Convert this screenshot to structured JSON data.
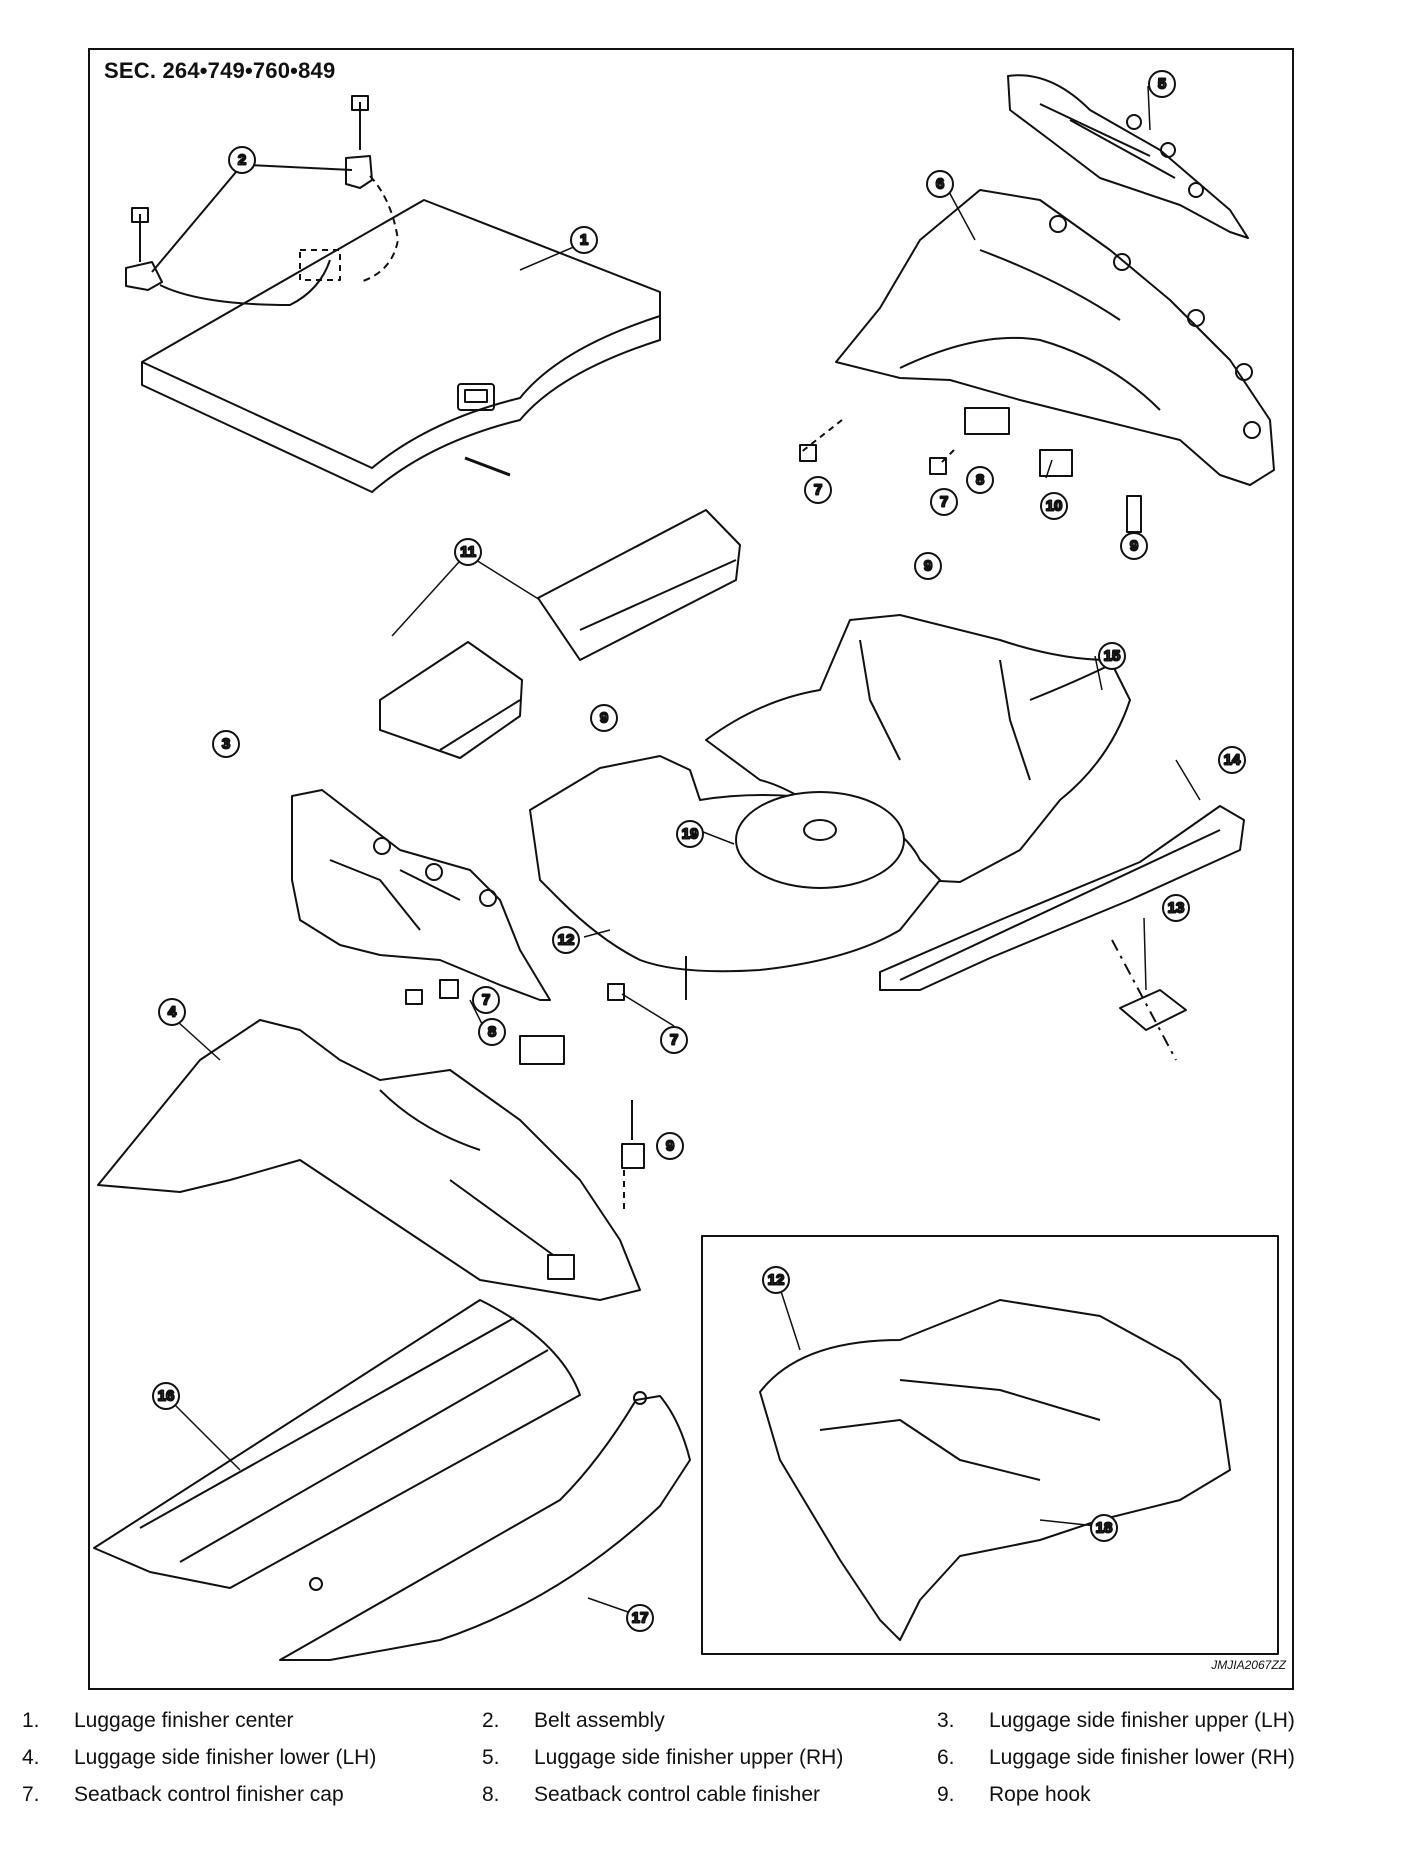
{
  "section_code": "SEC. 264•749•760•849",
  "figure_code": "JMJIA2067ZZ",
  "callouts": [
    "1",
    "2",
    "3",
    "4",
    "5",
    "6",
    "7",
    "8",
    "9",
    "10",
    "11",
    "12",
    "13",
    "14",
    "15",
    "16",
    "17",
    "18",
    "19"
  ],
  "legend": [
    {
      "num": "1.",
      "label": "Luggage finisher center"
    },
    {
      "num": "2.",
      "label": "Belt assembly"
    },
    {
      "num": "3.",
      "label": "Luggage side finisher upper (LH)"
    },
    {
      "num": "4.",
      "label": "Luggage side finisher lower (LH)"
    },
    {
      "num": "5.",
      "label": "Luggage side finisher upper (RH)"
    },
    {
      "num": "6.",
      "label": "Luggage side finisher lower (RH)"
    },
    {
      "num": "7.",
      "label": "Seatback control finisher cap"
    },
    {
      "num": "8.",
      "label": "Seatback control cable finisher"
    },
    {
      "num": "9.",
      "label": "Rope hook"
    }
  ]
}
